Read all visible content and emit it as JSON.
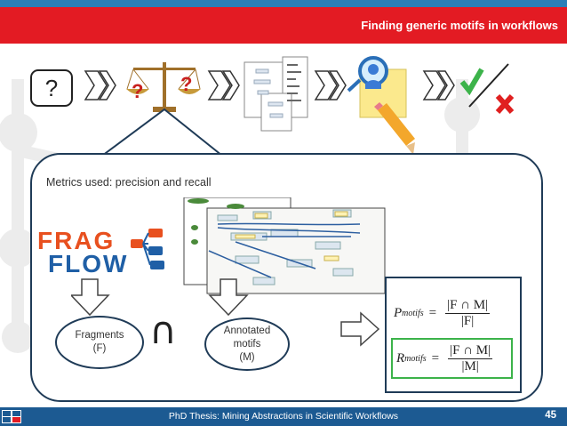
{
  "slide": {
    "title": "Finding generic motifs in workflows",
    "question_mark": "?",
    "metrics_text": "Metrics used: precision and recall",
    "fragflow_line1": "FRAG",
    "fragflow_line2": "FLOW",
    "fragments_label": "Fragments\n(F)",
    "intersection_symbol": "∩",
    "motifs_label": "Annotated\nmotifs\n(M)",
    "precision_lhs": "P",
    "precision_sub": "motifs",
    "precision_num": "|F ∩ M|",
    "precision_den": "|F|",
    "recall_lhs": "R",
    "recall_sub": "motifs",
    "recall_num": "|F ∩ M|",
    "recall_den": "|M|",
    "equals": "="
  },
  "footer": {
    "text": "PhD Thesis: Mining Abstractions in Scientific Workflows",
    "page_number": "45"
  },
  "colors": {
    "title_bar": "#e31b23",
    "top_stripe": "#2a7fb8",
    "footer_bar": "#1c5a92",
    "panel_border": "#1f3b57",
    "recall_box": "#3cb34a"
  }
}
